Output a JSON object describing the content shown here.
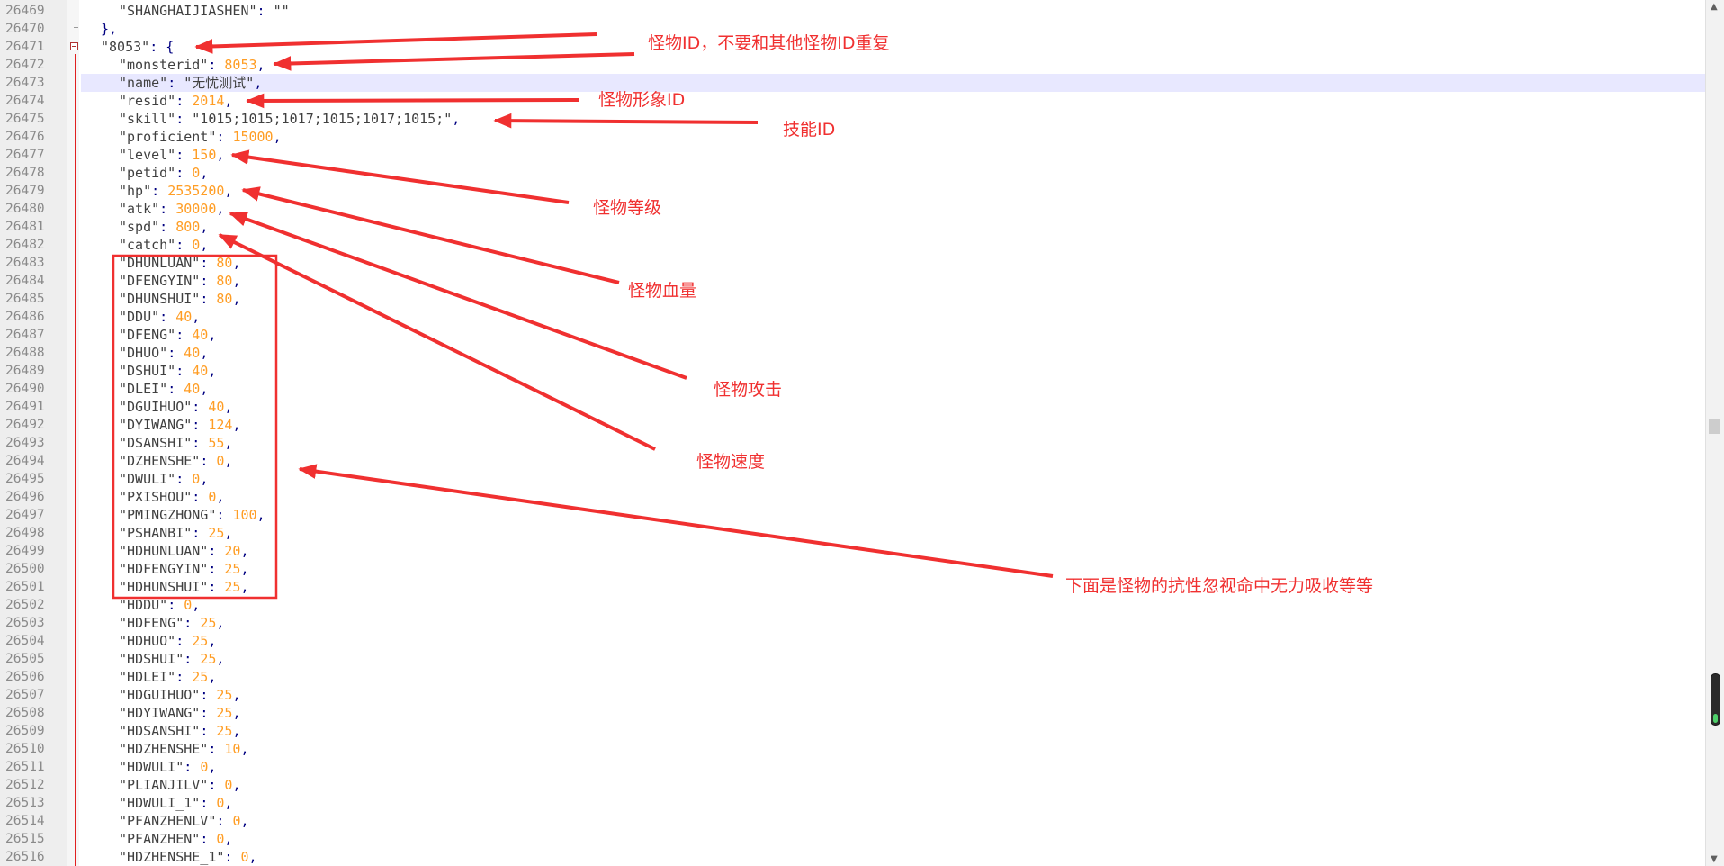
{
  "editor": {
    "language": "json",
    "current_line": "26473",
    "lines": [
      {
        "ln": "26469",
        "indent": 2,
        "parts": [
          [
            "str",
            "\"SHANGHAIJIASHEN\""
          ],
          [
            "pun",
            ": "
          ],
          [
            "str",
            "\"\""
          ]
        ]
      },
      {
        "ln": "26470",
        "indent": 1,
        "parts": [
          [
            "pun",
            "},"
          ]
        ]
      },
      {
        "ln": "26471",
        "indent": 1,
        "parts": [
          [
            "str",
            "\"8053\""
          ],
          [
            "pun",
            ": {"
          ]
        ]
      },
      {
        "ln": "26472",
        "indent": 2,
        "parts": [
          [
            "key",
            "\"monsterid\""
          ],
          [
            "pun",
            ": "
          ],
          [
            "num",
            "8053"
          ],
          [
            "pun",
            ","
          ]
        ]
      },
      {
        "ln": "26473",
        "indent": 2,
        "parts": [
          [
            "key",
            "\"name\""
          ],
          [
            "pun",
            ": "
          ],
          [
            "str",
            "\"无忧测试\""
          ],
          [
            "pun",
            ","
          ]
        ]
      },
      {
        "ln": "26474",
        "indent": 2,
        "parts": [
          [
            "key",
            "\"resid\""
          ],
          [
            "pun",
            ": "
          ],
          [
            "num",
            "2014"
          ],
          [
            "pun",
            ","
          ]
        ]
      },
      {
        "ln": "26475",
        "indent": 2,
        "parts": [
          [
            "key",
            "\"skill\""
          ],
          [
            "pun",
            ": "
          ],
          [
            "str",
            "\"1015;1015;1017;1015;1017;1015;\""
          ],
          [
            "pun",
            ","
          ]
        ]
      },
      {
        "ln": "26476",
        "indent": 2,
        "parts": [
          [
            "key",
            "\"proficient\""
          ],
          [
            "pun",
            ": "
          ],
          [
            "num",
            "15000"
          ],
          [
            "pun",
            ","
          ]
        ]
      },
      {
        "ln": "26477",
        "indent": 2,
        "parts": [
          [
            "key",
            "\"level\""
          ],
          [
            "pun",
            ": "
          ],
          [
            "num",
            "150"
          ],
          [
            "pun",
            ","
          ]
        ]
      },
      {
        "ln": "26478",
        "indent": 2,
        "parts": [
          [
            "key",
            "\"petid\""
          ],
          [
            "pun",
            ": "
          ],
          [
            "num",
            "0"
          ],
          [
            "pun",
            ","
          ]
        ]
      },
      {
        "ln": "26479",
        "indent": 2,
        "parts": [
          [
            "key",
            "\"hp\""
          ],
          [
            "pun",
            ": "
          ],
          [
            "num",
            "2535200"
          ],
          [
            "pun",
            ","
          ]
        ]
      },
      {
        "ln": "26480",
        "indent": 2,
        "parts": [
          [
            "key",
            "\"atk\""
          ],
          [
            "pun",
            ": "
          ],
          [
            "num",
            "30000"
          ],
          [
            "pun",
            ","
          ]
        ]
      },
      {
        "ln": "26481",
        "indent": 2,
        "parts": [
          [
            "key",
            "\"spd\""
          ],
          [
            "pun",
            ": "
          ],
          [
            "num",
            "800"
          ],
          [
            "pun",
            ","
          ]
        ]
      },
      {
        "ln": "26482",
        "indent": 2,
        "parts": [
          [
            "key",
            "\"catch\""
          ],
          [
            "pun",
            ": "
          ],
          [
            "num",
            "0"
          ],
          [
            "pun",
            ","
          ]
        ]
      },
      {
        "ln": "26483",
        "indent": 2,
        "parts": [
          [
            "key",
            "\"DHUNLUAN\""
          ],
          [
            "pun",
            ": "
          ],
          [
            "num",
            "80"
          ],
          [
            "pun",
            ","
          ]
        ]
      },
      {
        "ln": "26484",
        "indent": 2,
        "parts": [
          [
            "key",
            "\"DFENGYIN\""
          ],
          [
            "pun",
            ": "
          ],
          [
            "num",
            "80"
          ],
          [
            "pun",
            ","
          ]
        ]
      },
      {
        "ln": "26485",
        "indent": 2,
        "parts": [
          [
            "key",
            "\"DHUNSHUI\""
          ],
          [
            "pun",
            ": "
          ],
          [
            "num",
            "80"
          ],
          [
            "pun",
            ","
          ]
        ]
      },
      {
        "ln": "26486",
        "indent": 2,
        "parts": [
          [
            "key",
            "\"DDU\""
          ],
          [
            "pun",
            ": "
          ],
          [
            "num",
            "40"
          ],
          [
            "pun",
            ","
          ]
        ]
      },
      {
        "ln": "26487",
        "indent": 2,
        "parts": [
          [
            "key",
            "\"DFENG\""
          ],
          [
            "pun",
            ": "
          ],
          [
            "num",
            "40"
          ],
          [
            "pun",
            ","
          ]
        ]
      },
      {
        "ln": "26488",
        "indent": 2,
        "parts": [
          [
            "key",
            "\"DHUO\""
          ],
          [
            "pun",
            ": "
          ],
          [
            "num",
            "40"
          ],
          [
            "pun",
            ","
          ]
        ]
      },
      {
        "ln": "26489",
        "indent": 2,
        "parts": [
          [
            "key",
            "\"DSHUI\""
          ],
          [
            "pun",
            ": "
          ],
          [
            "num",
            "40"
          ],
          [
            "pun",
            ","
          ]
        ]
      },
      {
        "ln": "26490",
        "indent": 2,
        "parts": [
          [
            "key",
            "\"DLEI\""
          ],
          [
            "pun",
            ": "
          ],
          [
            "num",
            "40"
          ],
          [
            "pun",
            ","
          ]
        ]
      },
      {
        "ln": "26491",
        "indent": 2,
        "parts": [
          [
            "key",
            "\"DGUIHUO\""
          ],
          [
            "pun",
            ": "
          ],
          [
            "num",
            "40"
          ],
          [
            "pun",
            ","
          ]
        ]
      },
      {
        "ln": "26492",
        "indent": 2,
        "parts": [
          [
            "key",
            "\"DYIWANG\""
          ],
          [
            "pun",
            ": "
          ],
          [
            "num",
            "124"
          ],
          [
            "pun",
            ","
          ]
        ]
      },
      {
        "ln": "26493",
        "indent": 2,
        "parts": [
          [
            "key",
            "\"DSANSHI\""
          ],
          [
            "pun",
            ": "
          ],
          [
            "num",
            "55"
          ],
          [
            "pun",
            ","
          ]
        ]
      },
      {
        "ln": "26494",
        "indent": 2,
        "parts": [
          [
            "key",
            "\"DZHENSHE\""
          ],
          [
            "pun",
            ": "
          ],
          [
            "num",
            "0"
          ],
          [
            "pun",
            ","
          ]
        ]
      },
      {
        "ln": "26495",
        "indent": 2,
        "parts": [
          [
            "key",
            "\"DWULI\""
          ],
          [
            "pun",
            ": "
          ],
          [
            "num",
            "0"
          ],
          [
            "pun",
            ","
          ]
        ]
      },
      {
        "ln": "26496",
        "indent": 2,
        "parts": [
          [
            "key",
            "\"PXISHOU\""
          ],
          [
            "pun",
            ": "
          ],
          [
            "num",
            "0"
          ],
          [
            "pun",
            ","
          ]
        ]
      },
      {
        "ln": "26497",
        "indent": 2,
        "parts": [
          [
            "key",
            "\"PMINGZHONG\""
          ],
          [
            "pun",
            ": "
          ],
          [
            "num",
            "100"
          ],
          [
            "pun",
            ","
          ]
        ]
      },
      {
        "ln": "26498",
        "indent": 2,
        "parts": [
          [
            "key",
            "\"PSHANBI\""
          ],
          [
            "pun",
            ": "
          ],
          [
            "num",
            "25"
          ],
          [
            "pun",
            ","
          ]
        ]
      },
      {
        "ln": "26499",
        "indent": 2,
        "parts": [
          [
            "key",
            "\"HDHUNLUAN\""
          ],
          [
            "pun",
            ": "
          ],
          [
            "num",
            "20"
          ],
          [
            "pun",
            ","
          ]
        ]
      },
      {
        "ln": "26500",
        "indent": 2,
        "parts": [
          [
            "key",
            "\"HDFENGYIN\""
          ],
          [
            "pun",
            ": "
          ],
          [
            "num",
            "25"
          ],
          [
            "pun",
            ","
          ]
        ]
      },
      {
        "ln": "26501",
        "indent": 2,
        "parts": [
          [
            "key",
            "\"HDHUNSHUI\""
          ],
          [
            "pun",
            ": "
          ],
          [
            "num",
            "25"
          ],
          [
            "pun",
            ","
          ]
        ]
      },
      {
        "ln": "26502",
        "indent": 2,
        "parts": [
          [
            "key",
            "\"HDDU\""
          ],
          [
            "pun",
            ": "
          ],
          [
            "num",
            "0"
          ],
          [
            "pun",
            ","
          ]
        ]
      },
      {
        "ln": "26503",
        "indent": 2,
        "parts": [
          [
            "key",
            "\"HDFENG\""
          ],
          [
            "pun",
            ": "
          ],
          [
            "num",
            "25"
          ],
          [
            "pun",
            ","
          ]
        ]
      },
      {
        "ln": "26504",
        "indent": 2,
        "parts": [
          [
            "key",
            "\"HDHUO\""
          ],
          [
            "pun",
            ": "
          ],
          [
            "num",
            "25"
          ],
          [
            "pun",
            ","
          ]
        ]
      },
      {
        "ln": "26505",
        "indent": 2,
        "parts": [
          [
            "key",
            "\"HDSHUI\""
          ],
          [
            "pun",
            ": "
          ],
          [
            "num",
            "25"
          ],
          [
            "pun",
            ","
          ]
        ]
      },
      {
        "ln": "26506",
        "indent": 2,
        "parts": [
          [
            "key",
            "\"HDLEI\""
          ],
          [
            "pun",
            ": "
          ],
          [
            "num",
            "25"
          ],
          [
            "pun",
            ","
          ]
        ]
      },
      {
        "ln": "26507",
        "indent": 2,
        "parts": [
          [
            "key",
            "\"HDGUIHUO\""
          ],
          [
            "pun",
            ": "
          ],
          [
            "num",
            "25"
          ],
          [
            "pun",
            ","
          ]
        ]
      },
      {
        "ln": "26508",
        "indent": 2,
        "parts": [
          [
            "key",
            "\"HDYIWANG\""
          ],
          [
            "pun",
            ": "
          ],
          [
            "num",
            "25"
          ],
          [
            "pun",
            ","
          ]
        ]
      },
      {
        "ln": "26509",
        "indent": 2,
        "parts": [
          [
            "key",
            "\"HDSANSHI\""
          ],
          [
            "pun",
            ": "
          ],
          [
            "num",
            "25"
          ],
          [
            "pun",
            ","
          ]
        ]
      },
      {
        "ln": "26510",
        "indent": 2,
        "parts": [
          [
            "key",
            "\"HDZHENSHE\""
          ],
          [
            "pun",
            ": "
          ],
          [
            "num",
            "10"
          ],
          [
            "pun",
            ","
          ]
        ]
      },
      {
        "ln": "26511",
        "indent": 2,
        "parts": [
          [
            "key",
            "\"HDWULI\""
          ],
          [
            "pun",
            ": "
          ],
          [
            "num",
            "0"
          ],
          [
            "pun",
            ","
          ]
        ]
      },
      {
        "ln": "26512",
        "indent": 2,
        "parts": [
          [
            "key",
            "\"PLIANJILV\""
          ],
          [
            "pun",
            ": "
          ],
          [
            "num",
            "0"
          ],
          [
            "pun",
            ","
          ]
        ]
      },
      {
        "ln": "26513",
        "indent": 2,
        "parts": [
          [
            "key",
            "\"HDWULI_1\""
          ],
          [
            "pun",
            ": "
          ],
          [
            "num",
            "0"
          ],
          [
            "pun",
            ","
          ]
        ]
      },
      {
        "ln": "26514",
        "indent": 2,
        "parts": [
          [
            "key",
            "\"PFANZHENLV\""
          ],
          [
            "pun",
            ": "
          ],
          [
            "num",
            "0"
          ],
          [
            "pun",
            ","
          ]
        ]
      },
      {
        "ln": "26515",
        "indent": 2,
        "parts": [
          [
            "key",
            "\"PFANZHEN\""
          ],
          [
            "pun",
            ": "
          ],
          [
            "num",
            "0"
          ],
          [
            "pun",
            ","
          ]
        ]
      },
      {
        "ln": "26516",
        "indent": 2,
        "parts": [
          [
            "key",
            "\"HDZHENSHE_1\""
          ],
          [
            "pun",
            ": "
          ],
          [
            "num",
            "0"
          ],
          [
            "pun",
            ","
          ]
        ]
      }
    ]
  },
  "annotations": {
    "monster_id": "怪物ID，不要和其他怪物ID重复",
    "model_id": "怪物形象ID",
    "skill_id": "技能ID",
    "monster_level": "怪物等级",
    "monster_hp": "怪物血量",
    "monster_attack": "怪物攻击",
    "monster_speed": "怪物速度",
    "resistances": "下面是怪物的抗性忽视命中无力吸收等等",
    "color": "#f03030"
  },
  "icons": {
    "fold": "fold-minus-icon",
    "scroll_up": "scroll-up-arrow-icon",
    "scroll_down": "scroll-down-arrow-icon"
  }
}
